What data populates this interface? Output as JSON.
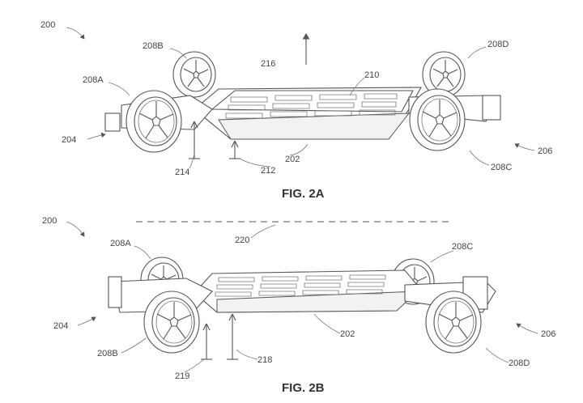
{
  "figure_a": {
    "caption": "FIG. 2A",
    "labels": {
      "platform": "200",
      "front": "204",
      "rear": "206",
      "wheel_a": "208A",
      "wheel_b": "208B",
      "wheel_c": "208C",
      "wheel_d": "208D",
      "battery": "210",
      "chassis": "202",
      "lift_dir": "216",
      "height_low": "214",
      "height_mid": "212"
    }
  },
  "figure_b": {
    "caption": "FIG. 2B",
    "labels": {
      "platform": "200",
      "front": "204",
      "rear": "206",
      "wheel_a": "208A",
      "wheel_b": "208B",
      "wheel_c": "208C",
      "wheel_d": "208D",
      "plane": "220",
      "chassis": "202",
      "height_low": "219",
      "height_high": "218"
    }
  }
}
